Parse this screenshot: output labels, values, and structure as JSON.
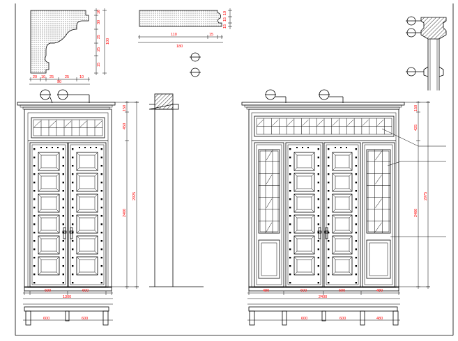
{
  "colors": {
    "line": "#000000",
    "dimension_text": "#ff0000",
    "background": "#ffffff"
  },
  "profile_a": {
    "dims_bottom": [
      "20",
      "10",
      "25",
      "25",
      "10"
    ],
    "dim_total_width": "90",
    "dims_side": [
      "10",
      "30",
      "25",
      "25",
      "15"
    ],
    "dim_total_height": "100"
  },
  "profile_b": {
    "dim_a": "110",
    "dim_b": "15",
    "dim_total": "180",
    "dims_side": [
      "10",
      "15",
      "15"
    ]
  },
  "left_elevation": {
    "dims_bottom": [
      "600",
      "1300",
      "600"
    ],
    "dims_vertical": [
      "150",
      "450",
      "2400",
      "2925"
    ],
    "dims_sill": [
      "600",
      "600"
    ]
  },
  "right_elevation": {
    "dims_bottom": [
      "480",
      "600",
      "2400",
      "600",
      "480"
    ],
    "dims_vertical": [
      "150",
      "425",
      "2400",
      "2975"
    ],
    "dims_sill": [
      "600",
      "600",
      "480"
    ]
  }
}
